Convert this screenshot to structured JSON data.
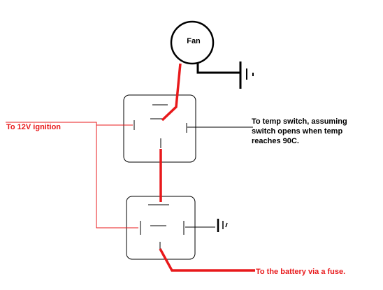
{
  "labels": {
    "fan": "Fan",
    "ignition": "To 12V ignition",
    "temp_switch_line1": "To temp switch, assuming",
    "temp_switch_line2": "switch opens when temp",
    "temp_switch_line3": "reaches 90C.",
    "battery": "To the battery via a fuse."
  },
  "colors": {
    "wire_red": "#e8191b",
    "wire_black": "#000000",
    "relay_outline": "#000000",
    "background": "#ffffff"
  }
}
